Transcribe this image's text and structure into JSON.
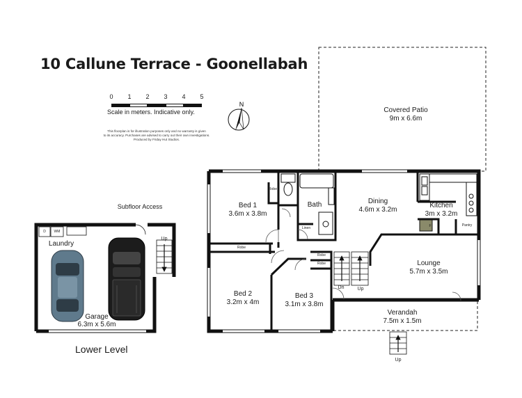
{
  "title": "10 Callune Terrace - Goonellabah",
  "scale": {
    "ticks": [
      "0",
      "1",
      "2",
      "3",
      "4",
      "5"
    ],
    "caption": "Scale in meters. Indicative only.",
    "colors": [
      "#111111",
      "#ffffff",
      "#111111",
      "#ffffff",
      "#111111"
    ]
  },
  "compass": {
    "letter": "N",
    "icon": "north-arrow-icon"
  },
  "disclaimer": [
    "This floorplan is for illustration purposes only and no warranty is given",
    "to its accuracy. Purchases are advised to carry out their own investigations.",
    "Produced by Friday Hut Studios."
  ],
  "rooms": {
    "covered_patio": {
      "name": "Covered Patio",
      "size": "9m x 6.6m"
    },
    "bed1": {
      "name": "Bed 1",
      "size": "3.6m x 3.8m"
    },
    "bath": {
      "name": "Bath"
    },
    "dining": {
      "name": "Dining",
      "size": "4.6m x 3.2m"
    },
    "kitchen": {
      "name": "Kitchen",
      "size": "3m x 3.2m"
    },
    "lounge": {
      "name": "Lounge",
      "size": "5.7m x 3.5m"
    },
    "bed2": {
      "name": "Bed 2",
      "size": "3.2m x 4m"
    },
    "bed3": {
      "name": "Bed 3",
      "size": "3.1m x 3.8m"
    },
    "verandah": {
      "name": "Verandah",
      "size": "7.5m x 1.5m"
    },
    "laundry": {
      "name": "Laundry"
    },
    "garage": {
      "name": "Garage",
      "size": "6.3m x 5.6m"
    }
  },
  "small_labels": {
    "robe": "Robe",
    "linen": "Linen",
    "pantry": "Pantry",
    "fridge": "F",
    "dryer": "D",
    "washer": "WM"
  },
  "stairs": {
    "up": "Up",
    "down": "Dn"
  },
  "subfloor_access": "Subfloor Access",
  "lower_level": "Lower Level",
  "colors": {
    "wall": "#111111",
    "floor": "#ffffff",
    "car_blue": "#5f7a8c",
    "car_black": "#1c1c1c"
  }
}
